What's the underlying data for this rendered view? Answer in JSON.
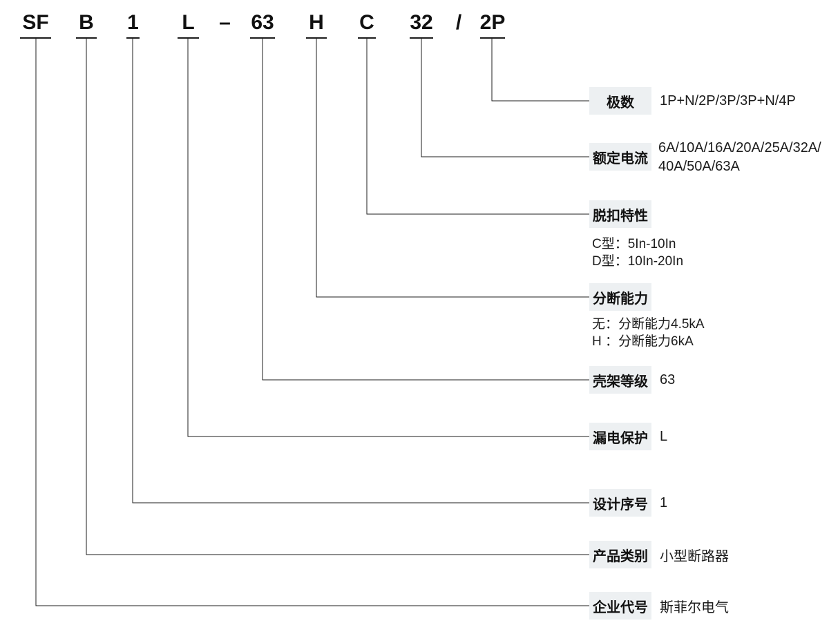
{
  "model_code": {
    "full": "SFB1L-63HC32/2P",
    "segments": [
      {
        "text": "SF"
      },
      {
        "text": "B"
      },
      {
        "text": "1"
      },
      {
        "text": "L"
      },
      {
        "text": "–"
      },
      {
        "text": "63"
      },
      {
        "text": "H"
      },
      {
        "text": "C"
      },
      {
        "text": "32"
      },
      {
        "text": "/"
      },
      {
        "text": "2P"
      }
    ]
  },
  "rows": [
    {
      "code": "2P",
      "label": "极数",
      "value": "1P+N/2P/3P/3P+N/4P"
    },
    {
      "code": "32",
      "label": "额定电流",
      "value_lines": [
        "6A/10A/16A/20A/25A/32A/",
        "40A/50A/63A"
      ]
    },
    {
      "code": "C",
      "label": "脱扣特性",
      "notes": [
        "C型：5In-10In",
        "D型：10In-20In"
      ]
    },
    {
      "code": "H",
      "label": "分断能力",
      "notes": [
        "无：分断能力4.5kA",
        "H ：分断能力6kA"
      ]
    },
    {
      "code": "63",
      "label": "壳架等级",
      "value": "63"
    },
    {
      "code": "L",
      "label": "漏电保护",
      "value": "L"
    },
    {
      "code": "1",
      "label": "设计序号",
      "value": "1"
    },
    {
      "code": "B",
      "label": "产品类别",
      "value": "小型断路器"
    },
    {
      "code": "SF",
      "label": "企业代号",
      "value": "斯菲尔电气"
    }
  ],
  "colors": {
    "background": "#ffffff",
    "label_box_bg": "#edf0f2",
    "line": "#1c1c1c",
    "text": "#111111"
  }
}
